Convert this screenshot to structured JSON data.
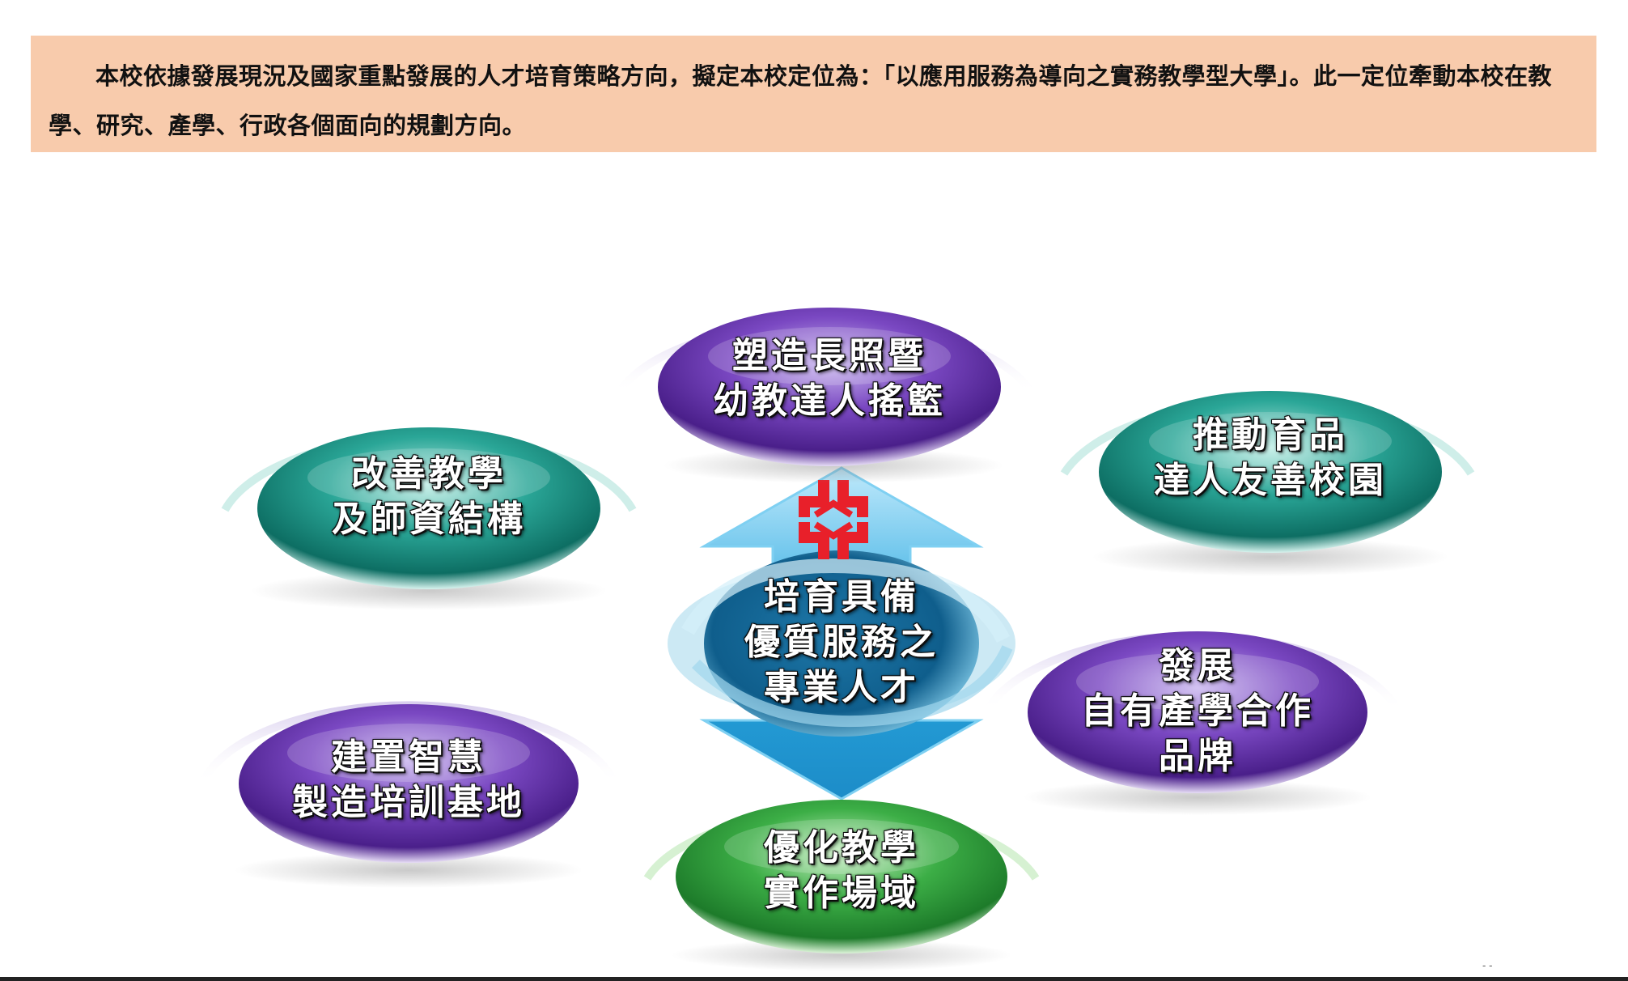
{
  "intro": {
    "text": "本校依據發展現況及國家重點發展的人才培育策略方向，擬定本校定位為：「以應用服務為導向之實務教學型大學」。此一定位牽動本校在教學、研究、產學、行政各個面向的規劃方向。"
  },
  "diagram": {
    "center": [
      "培育具備",
      "優質服務之",
      "專業人才"
    ],
    "nodes": {
      "top": [
        "塑造長照暨",
        "幼教達人搖籃"
      ],
      "upper_left": [
        "改善教學",
        "及師資結構"
      ],
      "upper_right": [
        "推動育品",
        "達人友善校園"
      ],
      "lower_right": [
        "發展",
        "自有產學合作",
        "品牌"
      ],
      "lower_left": [
        "建置智慧",
        "製造培訓基地"
      ],
      "bottom": [
        "優化教學",
        "實作場域"
      ]
    },
    "colors": {
      "purple": "#5b2a9e",
      "teal": "#138a7e",
      "green": "#2e9a3a",
      "arrow": "#2aa8e0",
      "center": "#0f5e8c",
      "logo": "#e8202a"
    },
    "logo_icon": "red-cross-logo-icon"
  },
  "footer": {
    "page_mark": "- -"
  }
}
